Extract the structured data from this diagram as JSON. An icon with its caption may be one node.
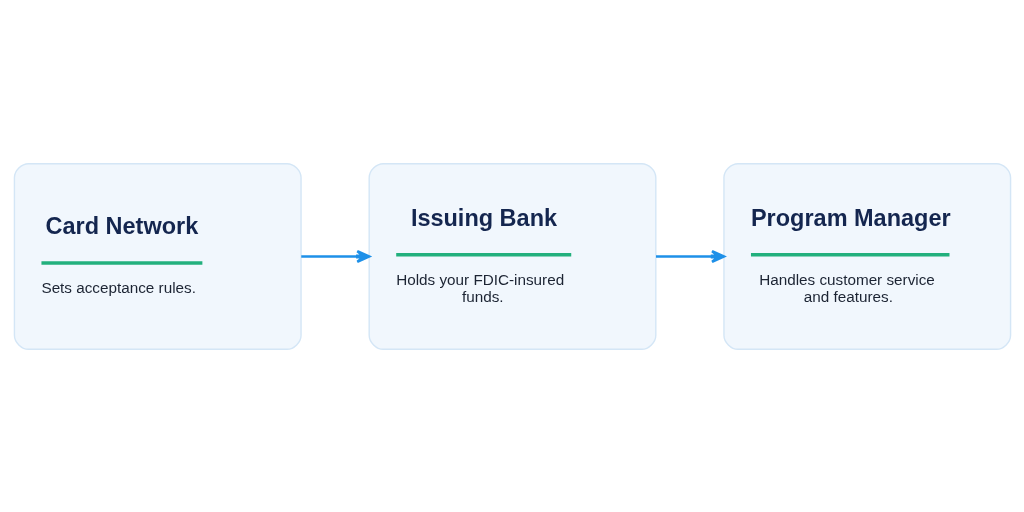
{
  "diagram": {
    "nodes": [
      {
        "text": [
          "Card Network",
          "Sets acceptance rules."
        ]
      },
      {
        "text": [
          "Issuing Bank",
          "Holds your FDIC-insured funds."
        ]
      },
      {
        "text": [
          "Program Manager",
          "Handles customer service and features."
        ]
      }
    ],
    "edges": [
      {
        "from": 0,
        "to": 1,
        "arrow": "to"
      },
      {
        "from": 1,
        "to": 2,
        "arrow": "to"
      }
    ]
  }
}
